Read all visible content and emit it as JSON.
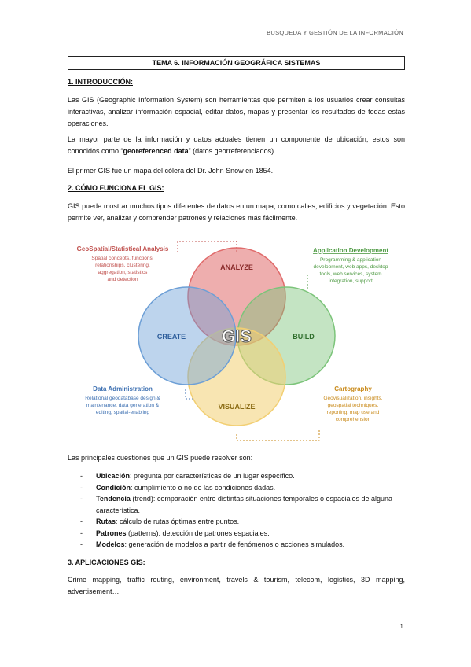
{
  "header": {
    "running_title": "BUSQUEDA Y GESTIÓN DE LA INFORMACIÓN"
  },
  "title": "TEMA 6. INFORMACIÓN GEOGRÁFICA SISTEMAS",
  "sections": {
    "intro": {
      "heading": "1. INTRODUCCIÓN:",
      "p1": "Las GIS (Geographic Information System) son herramientas que permiten a los usuarios crear consultas interactivas, analizar información espacial, editar datos, mapas y presentar los resultados de todas estas operaciones.",
      "p2_before": "La mayor parte de la información y datos actuales tienen un componente de ubicación, estos son conocidos como “",
      "p2_bold": "georeferenced data",
      "p2_after": "” (datos georreferenciados).",
      "p3": "El primer GIS fue un mapa del cólera del Dr. John Snow en 1854."
    },
    "how": {
      "heading": "2. CÓMO FUNCIONA EL GIS:",
      "p1": "GIS puede mostrar muchos tipos diferentes de datos en un mapa, como calles, edificios y vegetación. Esto permite ver, analizar y comprender patrones y relaciones más fácilmente.",
      "questions_intro": "Las principales cuestiones que un GIS puede resolver son:",
      "questions": [
        {
          "bold": "Ubicación",
          "text": ": pregunta por características de un lugar específico."
        },
        {
          "bold": "Condición",
          "text": ": cumplimiento o no de las condiciones dadas."
        },
        {
          "bold": "Tendencia",
          "text": " (trend): comparación entre distintas situaciones temporales o espaciales de alguna característica."
        },
        {
          "bold": "Rutas",
          "text": ": cálculo de rutas óptimas entre puntos."
        },
        {
          "bold": "Patrones",
          "text": " (patterns): detección de patrones espaciales."
        },
        {
          "bold": "Modelos",
          "text": ": generación de modelos a partir de fenómenos o acciones simulados."
        }
      ]
    },
    "apps": {
      "heading": "3. APLICACIONES GIS:",
      "p1": "Crime mapping, traffic routing, environment, travels & tourism, telecom, logistics, 3D mapping, advertisement…"
    }
  },
  "diagram": {
    "center": "GIS",
    "circles": {
      "analyze": {
        "label": "ANALYZE",
        "color": "#e06b6b"
      },
      "build": {
        "label": "BUILD",
        "color": "#7cc47a"
      },
      "visualize": {
        "label": "VISUALIZE",
        "color": "#f2cf73"
      },
      "create": {
        "label": "CREATE",
        "color": "#6d9fd6"
      }
    },
    "boxes": {
      "geo": {
        "title": "GeoSpatial/Statistical Analysis",
        "lines": [
          "Spatial concepts, functions,",
          "relationships, clustering,",
          "aggregation, statistics",
          "and detection"
        ],
        "color": "#c0504d"
      },
      "appdev": {
        "title": "Application Development",
        "lines": [
          "Programming & application",
          "development, web apps, desktop",
          "tools, web services, system",
          "integration, support"
        ],
        "color": "#4e9a43"
      },
      "data": {
        "title": "Data Administration",
        "lines": [
          "Relational geodatabase design &",
          "maintenance, data generation &",
          "editing, spatial-enabling"
        ],
        "color": "#3c6fb1"
      },
      "carto": {
        "title": "Cartography",
        "lines": [
          "Geovisualization, insights,",
          "geospatial techniques,",
          "reporting, map use and",
          "comprehension"
        ],
        "color": "#c98a1a"
      }
    }
  },
  "page_number": "1"
}
